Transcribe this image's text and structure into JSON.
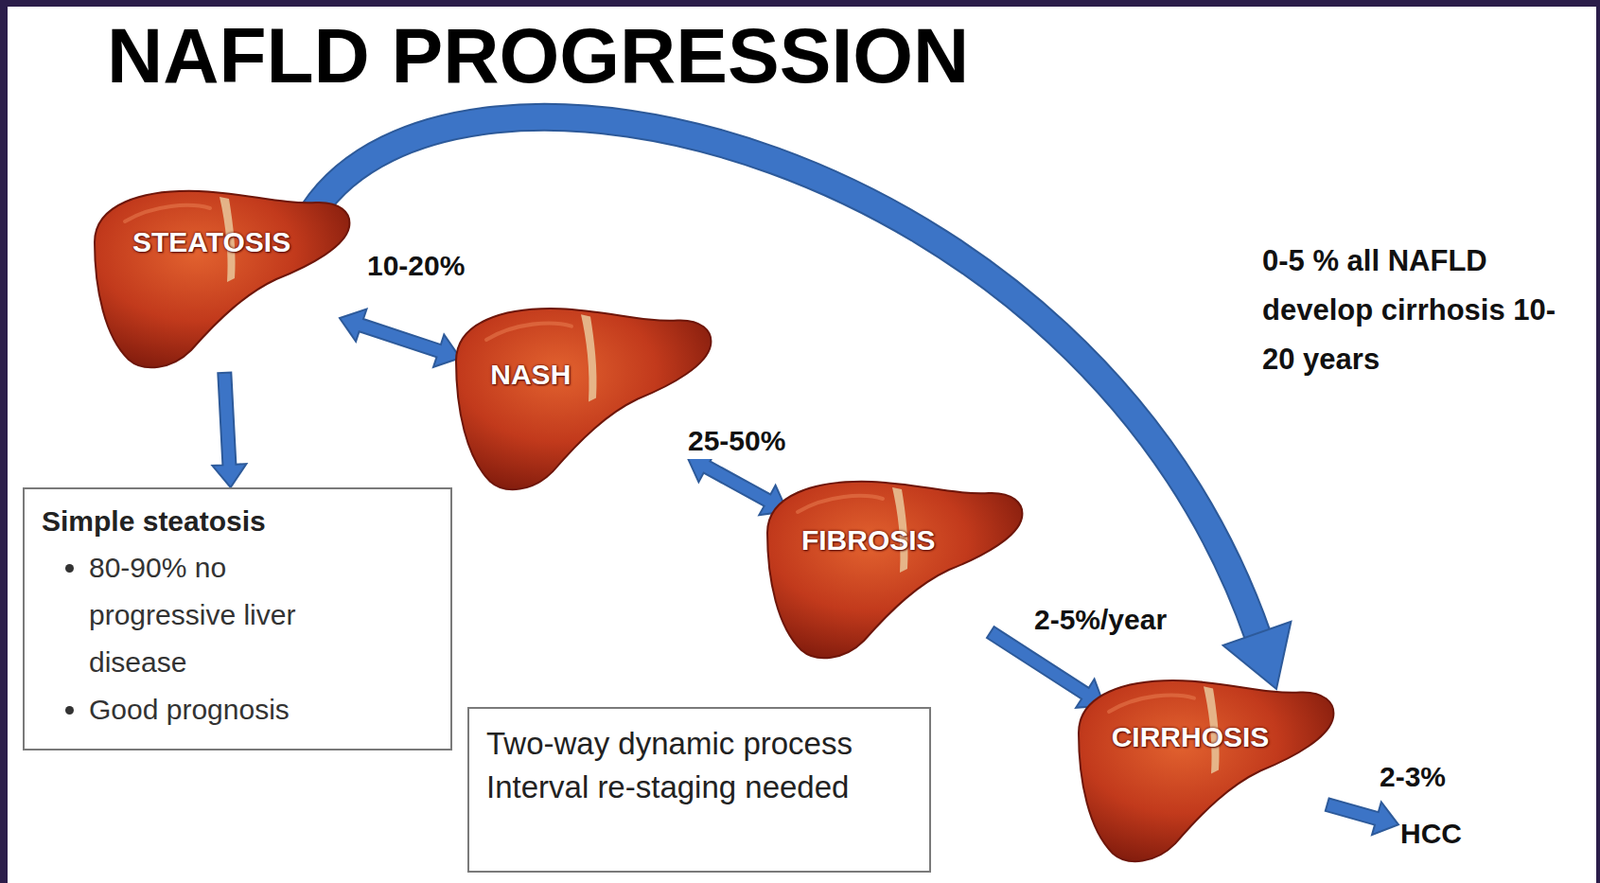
{
  "diagram": {
    "title": "NAFLD PROGRESSION",
    "nodes": [
      {
        "text": [
          "STEATOSIS"
        ]
      },
      {
        "text": [
          "Simple steatosis",
          "80-90% no progressive liver disease",
          "Good prognosis"
        ]
      },
      {
        "text": [
          "NASH"
        ]
      },
      {
        "text": [
          "FIBROSIS"
        ]
      },
      {
        "text": [
          "Two-way dynamic process Interval re-staging needed"
        ]
      },
      {
        "text": [
          "CIRRHOSIS"
        ]
      },
      {
        "text": [
          "HCC"
        ]
      }
    ],
    "edges": [
      {
        "from": 0,
        "to": 2,
        "arrow": "both",
        "label": "10-20%"
      },
      {
        "from": 2,
        "to": 3,
        "arrow": "both",
        "label": "25-50%"
      },
      {
        "from": 3,
        "to": 5,
        "arrow": "to",
        "label": "2-5%/year"
      },
      {
        "from": 5,
        "to": 6,
        "arrow": "to",
        "label": "2-3%"
      },
      {
        "from": 0,
        "to": 5,
        "arrow": "to",
        "label": "0-5 % all NAFLD develop cirrhosis 10-20 years"
      },
      {
        "from": 0,
        "to": 1,
        "arrow": "to"
      }
    ]
  }
}
